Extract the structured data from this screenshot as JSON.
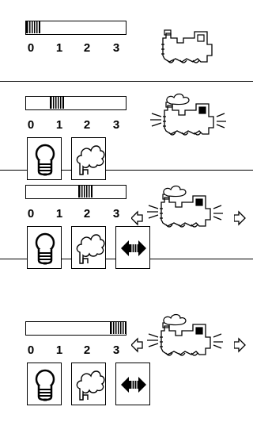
{
  "scale_numbers": [
    "0",
    "1",
    "2",
    "3"
  ],
  "panels": [
    {
      "level": 0,
      "lamp": false,
      "smoke": false,
      "sound": false
    },
    {
      "level": 1,
      "lamp": true,
      "smoke": true,
      "sound": false
    },
    {
      "level": 2,
      "lamp": true,
      "smoke": true,
      "sound": true
    },
    {
      "level": 3,
      "lamp": true,
      "smoke": true,
      "sound": true
    }
  ],
  "icons": [
    "bulb-icon",
    "smoke-icon",
    "direction-arrows-icon",
    "locomotive-icon"
  ]
}
